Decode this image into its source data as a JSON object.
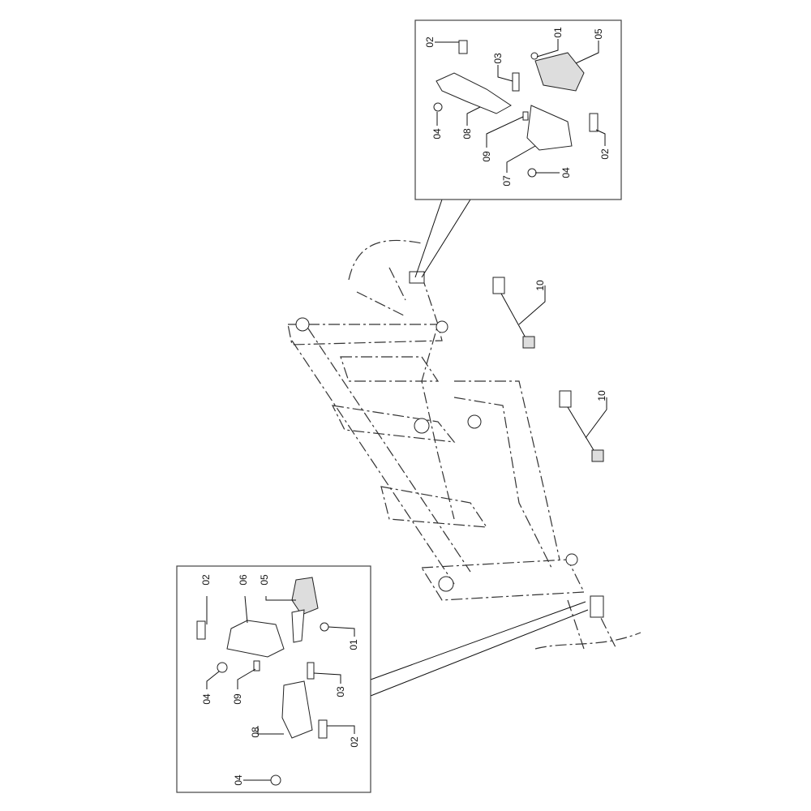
{
  "diagram": {
    "type": "exploded parts diagram",
    "top_inset": {
      "labels": [
        "02",
        "01",
        "05",
        "03",
        "08",
        "04",
        "09",
        "07",
        "04",
        "02"
      ]
    },
    "bottom_inset": {
      "labels": [
        "02",
        "06",
        "05",
        "01",
        "04",
        "09",
        "03",
        "08",
        "02",
        "04"
      ]
    },
    "harness_labels": [
      "10",
      "10"
    ]
  }
}
